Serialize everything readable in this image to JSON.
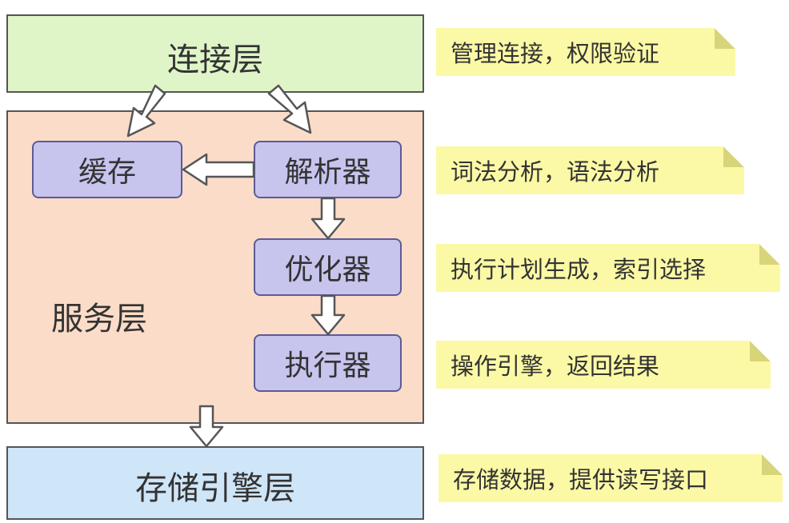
{
  "layers": {
    "connection": "连接层",
    "service": "服务层",
    "storage": "存储引擎层"
  },
  "modules": {
    "cache": "缓存",
    "parser": "解析器",
    "optimizer": "优化器",
    "executor": "执行器"
  },
  "notes": {
    "connection": "管理连接，权限验证",
    "parser": "词法分析，语法分析",
    "optimizer": "执行计划生成，索引选择",
    "executor": "操作引擎，返回结果",
    "storage": "存储数据，提供读写接口"
  },
  "colors": {
    "connection_layer": "#dff5c8",
    "service_layer": "#fbdcc9",
    "storage_layer": "#cfe5f8",
    "module": "#c7c5ee",
    "note": "#fbf9a6"
  }
}
